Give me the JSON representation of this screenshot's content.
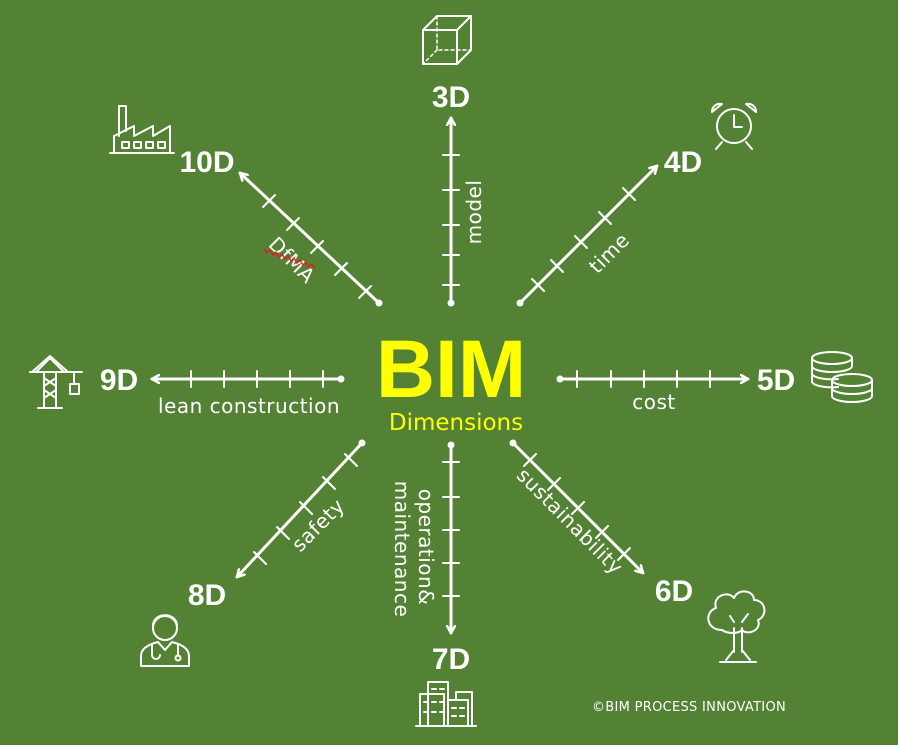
{
  "title": "BIM",
  "subtitle": "Dimensions",
  "copyright": "©BIM PROCESS INNOVATION",
  "colors": {
    "background": "#548235",
    "accent": "#ffff00",
    "foreground": "#ffffff"
  },
  "dimensions": [
    {
      "id": "3d",
      "label": "3D",
      "axis_label": "model",
      "icon": "cube-icon"
    },
    {
      "id": "4d",
      "label": "4D",
      "axis_label": "time",
      "icon": "alarm-clock-icon"
    },
    {
      "id": "5d",
      "label": "5D",
      "axis_label": "cost",
      "icon": "coins-icon"
    },
    {
      "id": "6d",
      "label": "6D",
      "axis_label": "sustainability",
      "icon": "tree-icon"
    },
    {
      "id": "7d",
      "label": "7D",
      "axis_label_lines": [
        "operation&",
        "maintenance"
      ],
      "icon": "buildings-icon"
    },
    {
      "id": "8d",
      "label": "8D",
      "axis_label": "safety",
      "icon": "doctor-icon"
    },
    {
      "id": "9d",
      "label": "9D",
      "axis_label": "lean construction",
      "icon": "crane-icon"
    },
    {
      "id": "10d",
      "label": "10D",
      "axis_label": "DfMA",
      "icon": "factory-icon"
    }
  ]
}
